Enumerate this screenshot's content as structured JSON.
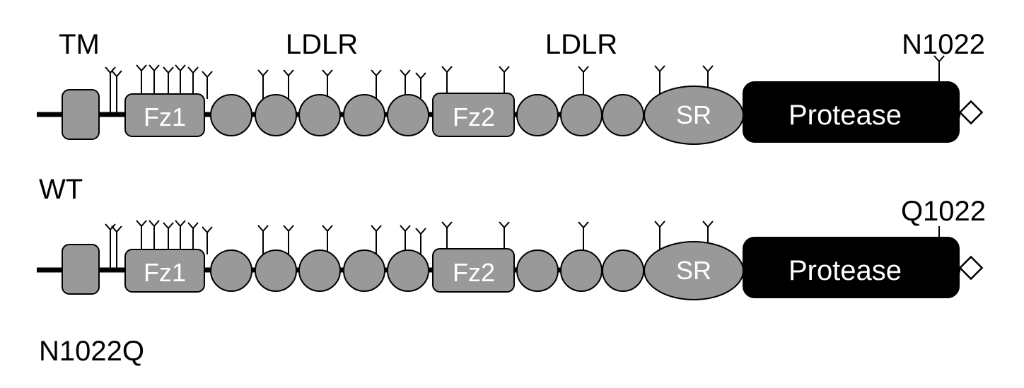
{
  "domain_labels": {
    "tm": "TM",
    "ldlr_1": "LDLR",
    "ldlr_2": "LDLR"
  },
  "constructs": [
    {
      "name": "WT",
      "site_label": "N1022",
      "site_glycosylated": true,
      "domains": {
        "fz1": "Fz1",
        "fz2": "Fz2",
        "sr": "SR",
        "protease": "Protease"
      }
    },
    {
      "name": "N1022Q",
      "site_label": "Q1022",
      "site_glycosylated": false,
      "domains": {
        "fz1": "Fz1",
        "fz2": "Fz2",
        "sr": "SR",
        "protease": "Protease"
      }
    }
  ],
  "colors": {
    "domain_fill": "#999999",
    "protease_fill": "#000000",
    "outline": "#000000",
    "domain_text": "#ffffff",
    "label_text": "#000000"
  }
}
